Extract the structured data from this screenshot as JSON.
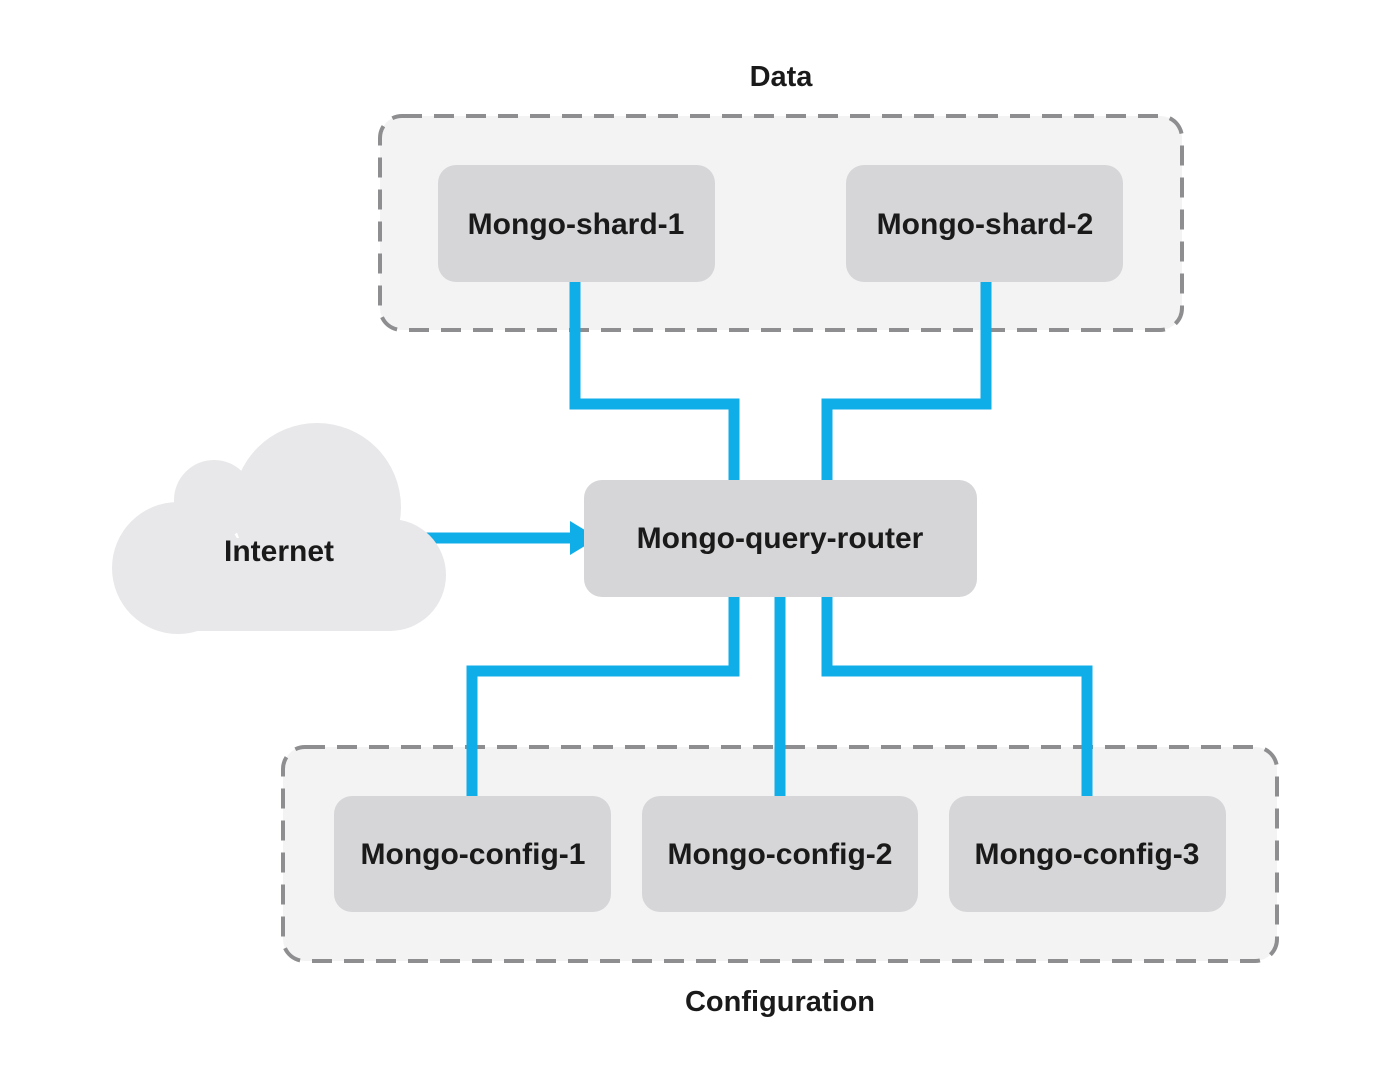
{
  "groups": {
    "data": {
      "label": "Data"
    },
    "configuration": {
      "label": "Configuration"
    }
  },
  "nodes": {
    "shard1": {
      "label": "Mongo-shard-1"
    },
    "shard2": {
      "label": "Mongo-shard-2"
    },
    "router": {
      "label": "Mongo-query-router"
    },
    "config1": {
      "label": "Mongo-config-1"
    },
    "config2": {
      "label": "Mongo-config-2"
    },
    "config3": {
      "label": "Mongo-config-3"
    }
  },
  "internet": {
    "label": "Internet",
    "icon": "cloud-icon"
  },
  "colors": {
    "connector": "#10aee8",
    "node_fill": "#d6d6d8",
    "group_fill": "#f3f3f4",
    "group_border": "#8e8e90",
    "cloud_fill": "#e8e8ea"
  },
  "edges": [
    {
      "from": "shard1",
      "to": "router"
    },
    {
      "from": "shard2",
      "to": "router"
    },
    {
      "from": "internet",
      "to": "router",
      "arrow": true
    },
    {
      "from": "router",
      "to": "config1"
    },
    {
      "from": "router",
      "to": "config2"
    },
    {
      "from": "router",
      "to": "config3"
    }
  ]
}
